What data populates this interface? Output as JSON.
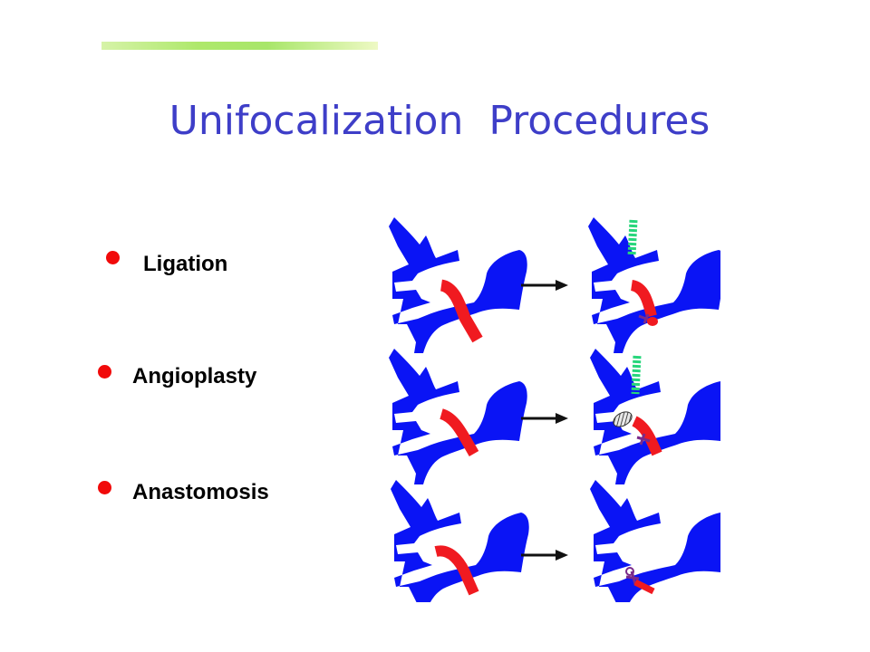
{
  "slide": {
    "title": "Unifocalization  Procedures",
    "bullets": [
      {
        "label": "Ligation"
      },
      {
        "label": "Angioplasty"
      },
      {
        "label": "Anastomosis"
      }
    ]
  },
  "colors": {
    "title": "#3e3ec8",
    "bullet": "#f10a0a",
    "vessel": "#0a14f5",
    "collateral": "#f01a20",
    "graft": "#27d67b",
    "accent_bar": "#a8e66a"
  }
}
